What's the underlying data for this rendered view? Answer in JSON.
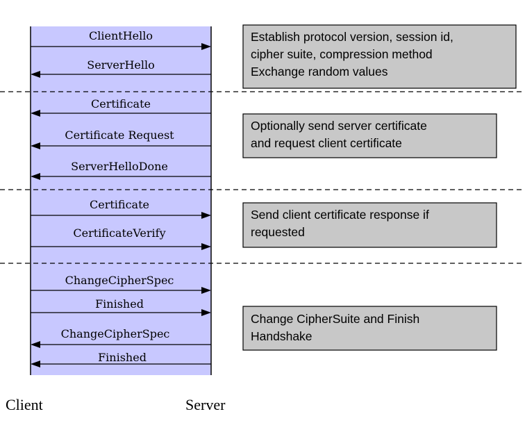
{
  "colors": {
    "lane_fill": "#c8c8ff",
    "note_fill": "#c8c8c8",
    "line": "#000000",
    "arrow": "#000000"
  },
  "actors": {
    "client": "Client",
    "server": "Server"
  },
  "messages": [
    {
      "label": "ClientHello",
      "direction": "to-server"
    },
    {
      "label": "ServerHello",
      "direction": "to-client"
    },
    {
      "label": "Certificate",
      "direction": "to-client"
    },
    {
      "label": "Certificate Request",
      "direction": "to-client"
    },
    {
      "label": "ServerHelloDone",
      "direction": "to-client"
    },
    {
      "label": "Certificate",
      "direction": "to-server"
    },
    {
      "label": "CertificateVerify",
      "direction": "to-server"
    },
    {
      "label": "ChangeCipherSpec",
      "direction": "to-server"
    },
    {
      "label": "Finished",
      "direction": "to-server"
    },
    {
      "label": "ChangeCipherSpec",
      "direction": "to-client"
    },
    {
      "label": "Finished",
      "direction": "to-client"
    }
  ],
  "notes": [
    {
      "lines": [
        "Establish protocol version, session id,",
        "cipher suite, compression method",
        "Exchange random values"
      ]
    },
    {
      "lines": [
        "Optionally send server certificate",
        "and request client certificate"
      ]
    },
    {
      "lines": [
        "Send client certificate response if",
        "requested"
      ]
    },
    {
      "lines": [
        "Change CipherSuite and Finish",
        "Handshake"
      ]
    }
  ]
}
